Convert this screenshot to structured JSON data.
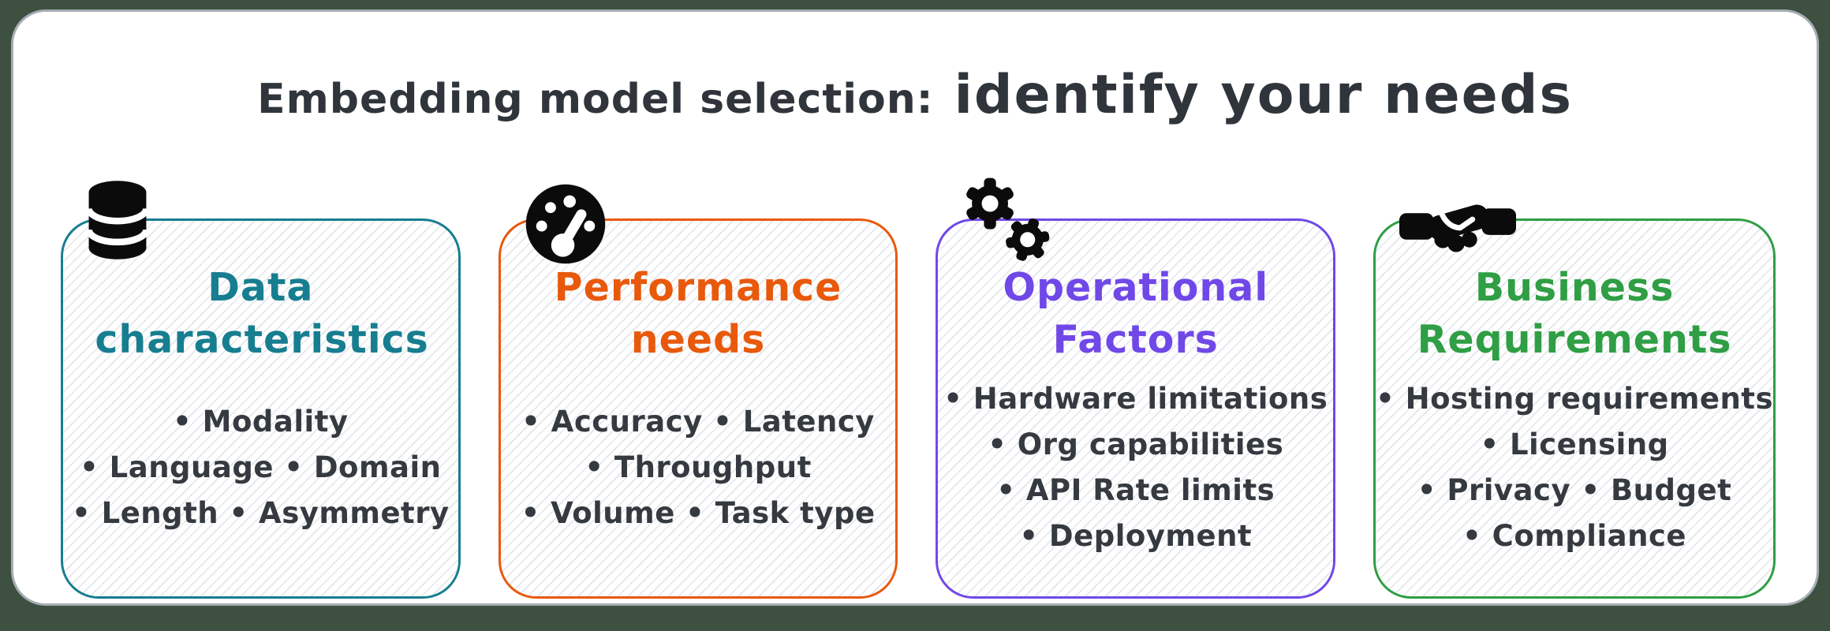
{
  "page": {
    "background_color": "#3e5141",
    "card_background": "#ffffff",
    "text_color": "#343a40"
  },
  "title": {
    "prefix": "Embedding model selection:",
    "emphasis": "identify your needs"
  },
  "cards": [
    {
      "title": "Data characteristics",
      "accent_color": "#177e90",
      "icon": "database-icon",
      "bullet_lines": [
        [
          "Modality"
        ],
        [
          "Language",
          "Domain"
        ],
        [
          "Length",
          "Asymmetry"
        ]
      ]
    },
    {
      "title": "Performance needs",
      "accent_color": "#e8590c",
      "icon": "speedometer-icon",
      "bullet_lines": [
        [
          "Accuracy",
          "Latency"
        ],
        [
          "Throughput"
        ],
        [
          "Volume",
          "Task type"
        ]
      ]
    },
    {
      "title": "Operational Factors",
      "accent_color": "#7048e8",
      "icon": "gears-icon",
      "bullet_lines": [
        [
          "Hardware limitations"
        ],
        [
          "Org capabilities"
        ],
        [
          "API Rate limits"
        ],
        [
          "Deployment"
        ]
      ]
    },
    {
      "title": "Business Requirements",
      "accent_color": "#2f9e44",
      "icon": "handshake-icon",
      "bullet_lines": [
        [
          "Hosting requirements"
        ],
        [
          "Licensing"
        ],
        [
          "Privacy",
          "Budget"
        ],
        [
          "Compliance"
        ]
      ]
    }
  ],
  "bullet_glyph": "•"
}
